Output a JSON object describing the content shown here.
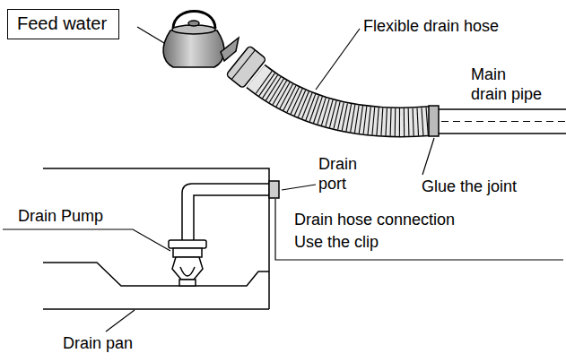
{
  "diagram": {
    "nodes": [
      {
        "text": [
          "Feed water"
        ]
      }
    ],
    "labels": [
      "Flexible drain hose",
      "Main drain pipe",
      "Drain port",
      "Glue the joint",
      "Drain hose connection",
      "Use the clip",
      "Drain Pump",
      "Drain pan"
    ]
  }
}
